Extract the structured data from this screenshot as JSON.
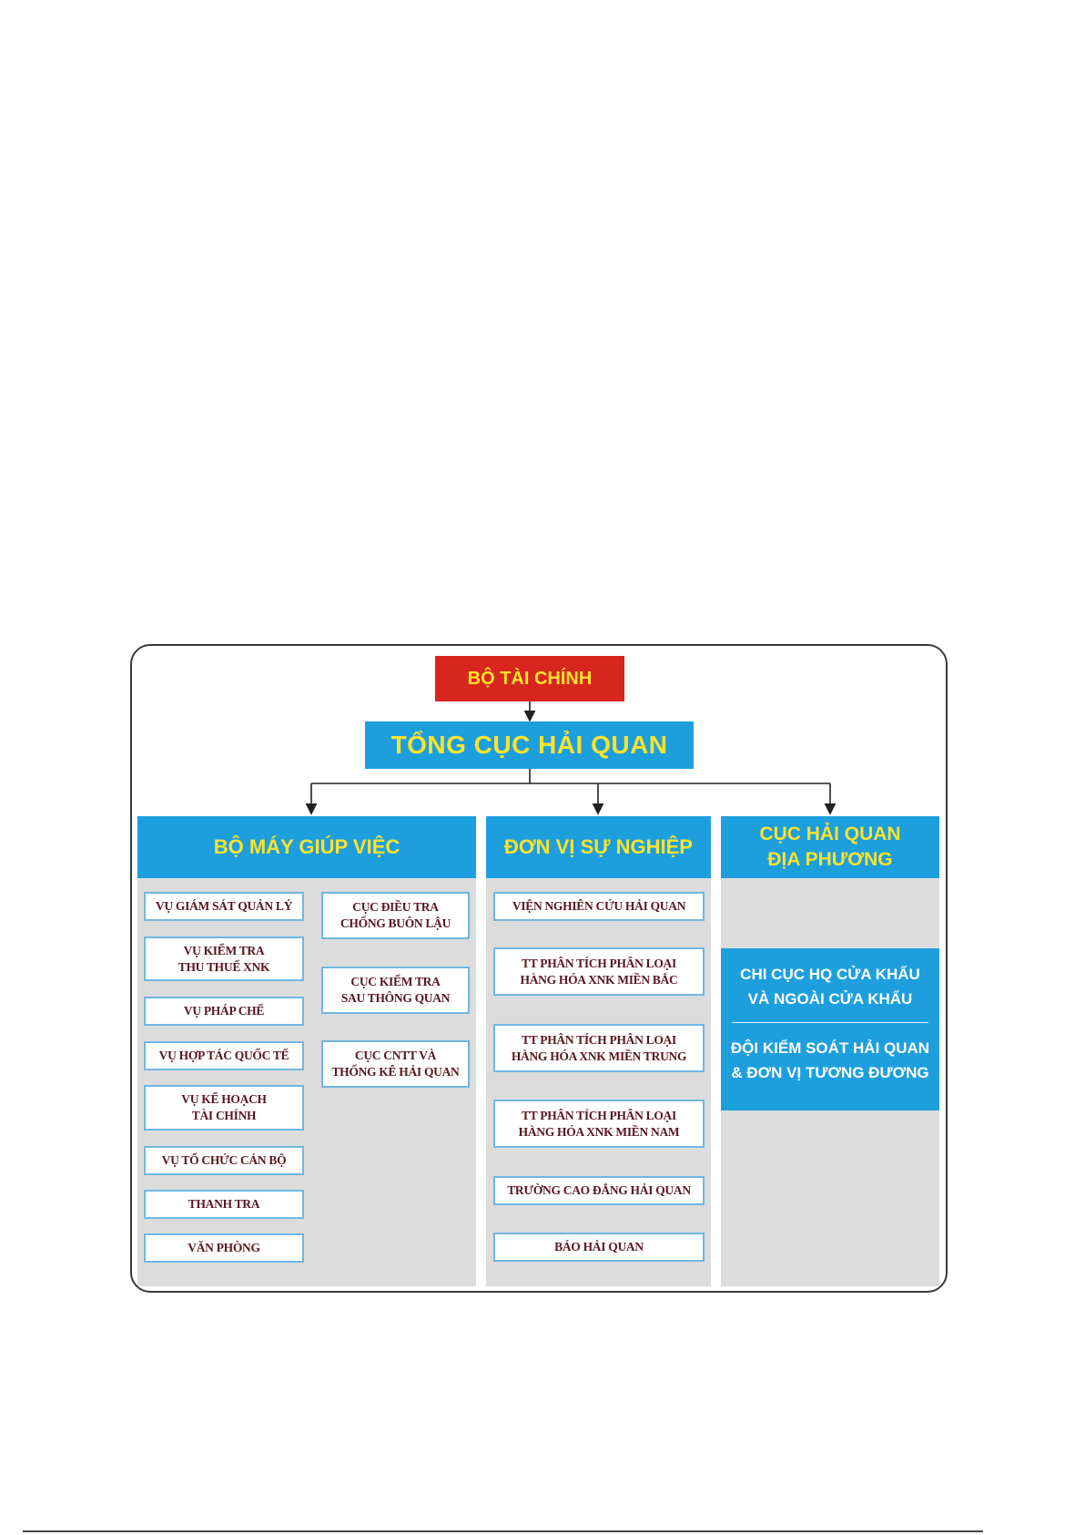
{
  "root": "BỘ TÀI CHÍNH",
  "main": "TỔNG CỤC HẢI QUAN",
  "columns": {
    "left": {
      "title": "BỘ MÁY GIÚP VIỆC",
      "col1": [
        "VỤ GIÁM SÁT QUẢN LÝ",
        "VỤ KIỂM TRA\nTHU THUẾ XNK",
        "VỤ PHÁP CHẾ",
        "VỤ HỢP TÁC QUỐC TẾ",
        "VỤ KẾ HOẠCH\nTÀI CHÍNH",
        "VỤ TỔ CHỨC CÁN BỘ",
        "THANH TRA",
        "VĂN PHÒNG"
      ],
      "col2": [
        "CỤC ĐIỀU TRA\nCHỐNG BUÔN LẬU",
        "CỤC KIỂM TRA\nSAU THÔNG QUAN",
        "CỤC CNTT VÀ\nTHỐNG KÊ HẢI QUAN"
      ]
    },
    "middle": {
      "title": "ĐƠN VỊ SỰ NGHIỆP",
      "items": [
        "VIỆN NGHIÊN CỨU HẢI QUAN",
        "TT PHÂN TÍCH PHÂN LOẠI\nHÀNG HÓA XNK MIỀN BẮC",
        "TT PHÂN TÍCH PHÂN LOẠI\nHÀNG HÓA XNK MIỀN TRUNG",
        "TT PHÂN TÍCH PHÂN LOẠI\nHÀNG HÓA XNK MIỀN NAM",
        "TRƯỜNG CAO ĐẲNG HẢI QUAN",
        "BÁO HẢI QUAN"
      ]
    },
    "right": {
      "title": "CỤC HẢI QUAN\nĐỊA PHƯƠNG",
      "sub_items": [
        "CHI CỤC HQ CỬA KHẨU\nVÀ NGOÀI CỬA KHẨU",
        "ĐỘI KIỂM SOÁT HẢI QUAN\n& ĐƠN VỊ TƯƠNG ĐƯƠNG"
      ]
    }
  },
  "colors": {
    "red": "#d7261e",
    "blue": "#1d9fde",
    "yellow": "#ffe22b",
    "unit_text": "#5a1620",
    "panel": "#dcdcdc"
  }
}
